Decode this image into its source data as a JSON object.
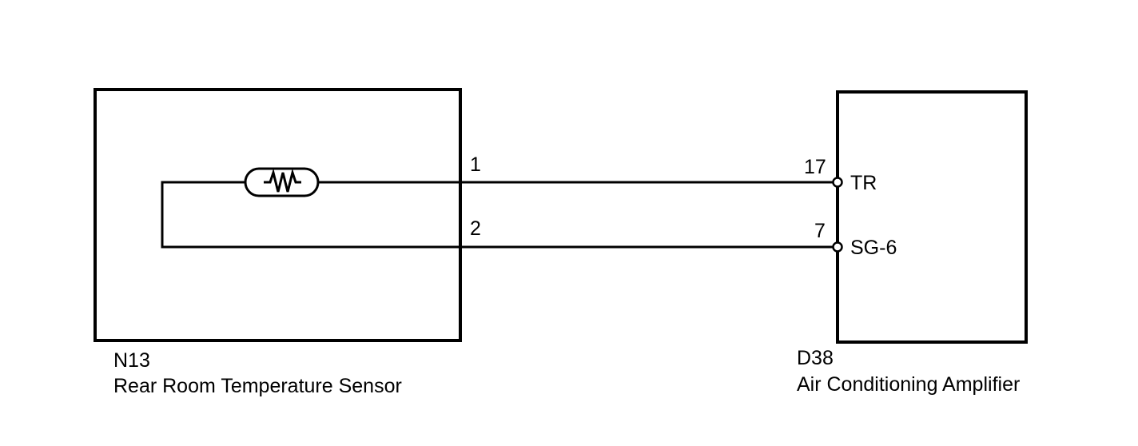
{
  "sensor": {
    "code": "N13",
    "name": "Rear Room Temperature Sensor",
    "pins": {
      "pin_1": "1",
      "pin_2": "2"
    }
  },
  "amplifier": {
    "code": "D38",
    "name": "Air Conditioning Amplifier",
    "pins": {
      "tr": {
        "number": "17",
        "label": "TR"
      },
      "sg6": {
        "number": "7",
        "label": "SG-6"
      }
    }
  },
  "colors": {
    "line": "#000000",
    "background": "#ffffff"
  }
}
